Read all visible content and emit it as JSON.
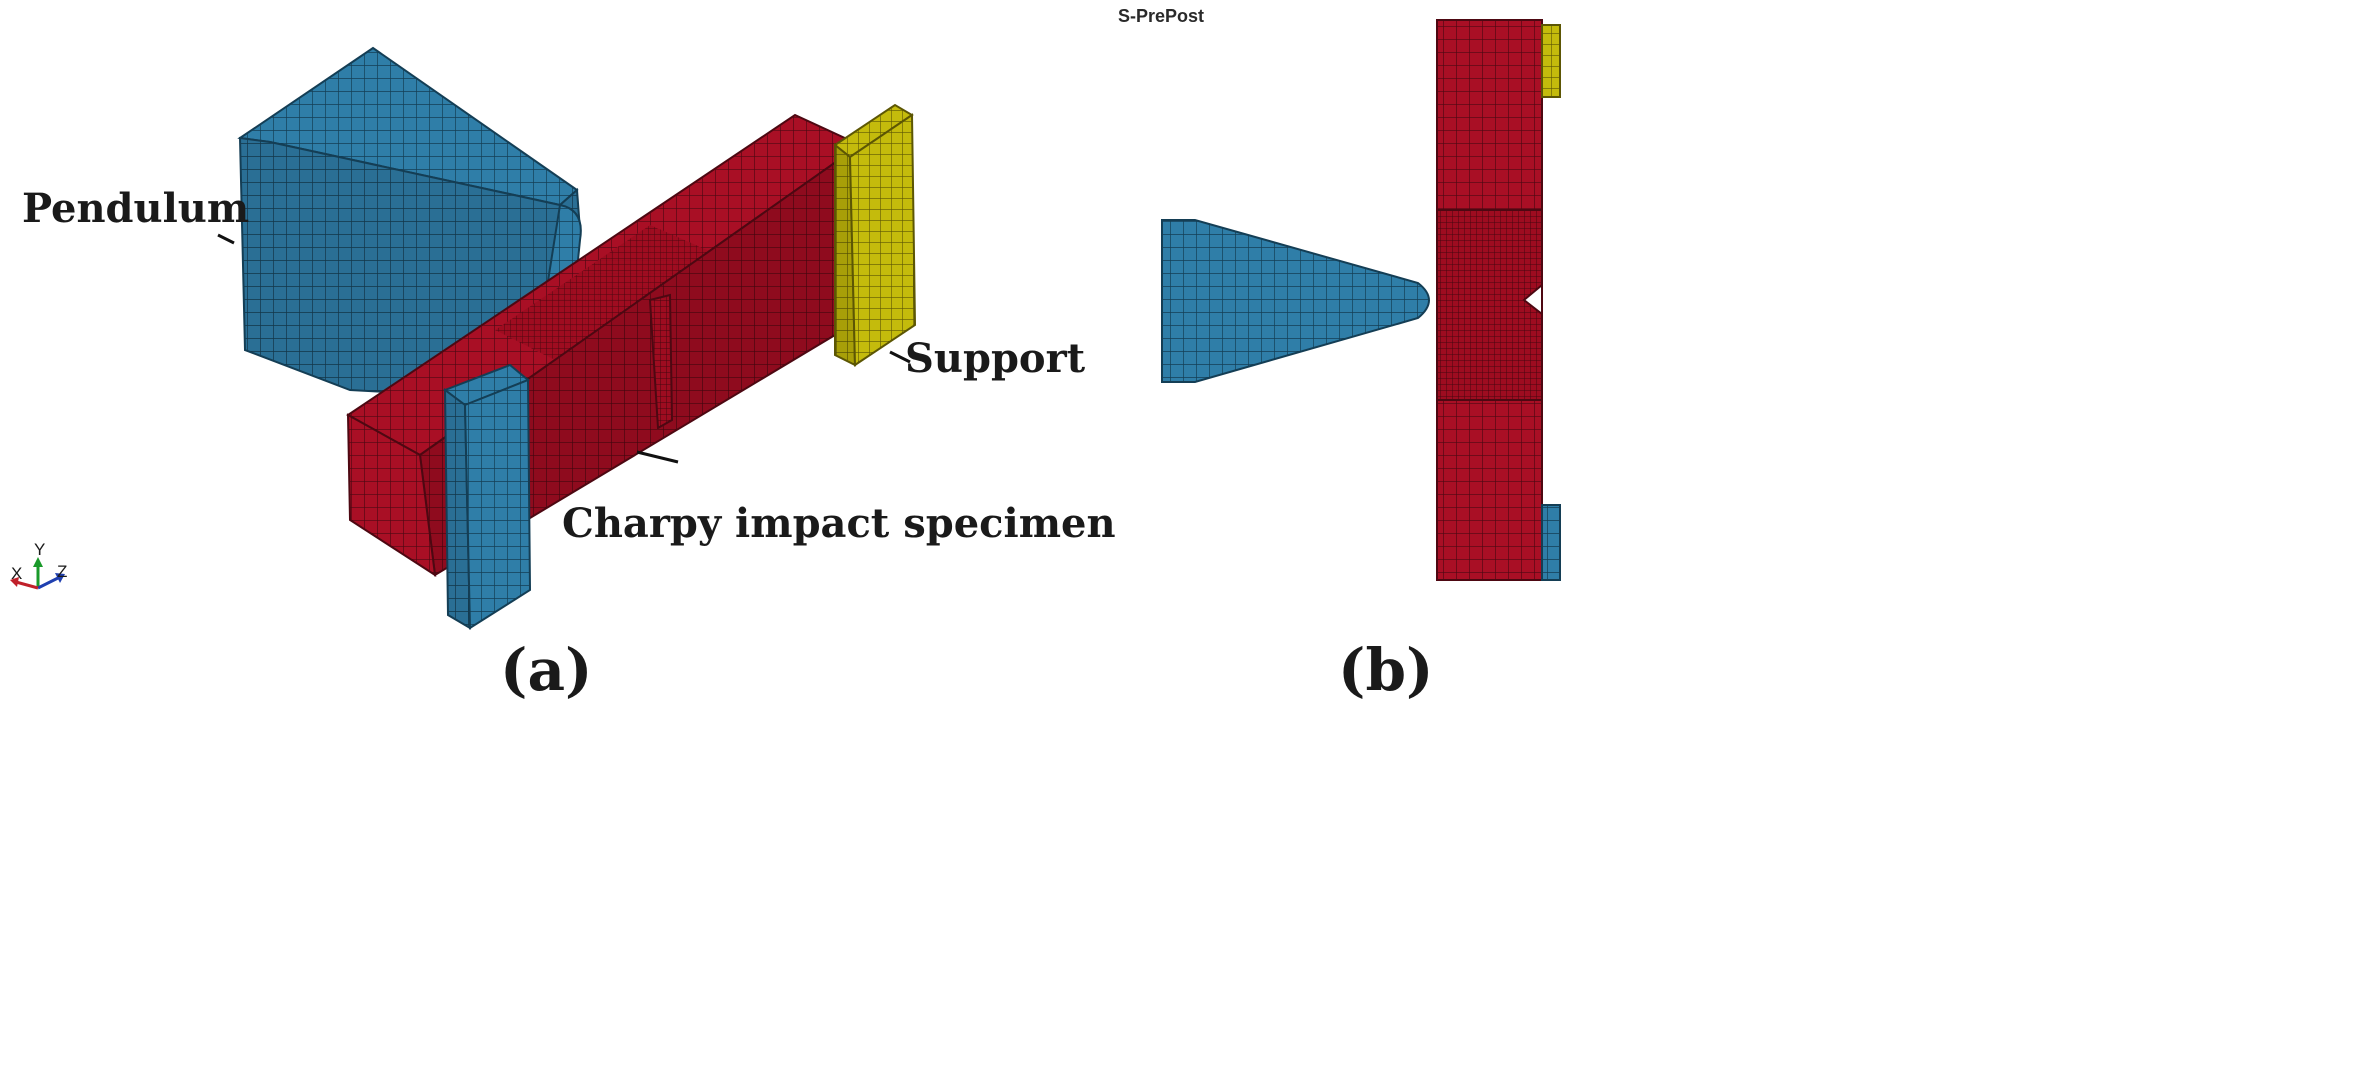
{
  "software": {
    "title": "S-PrePost"
  },
  "panels": {
    "a": {
      "caption": "(a)"
    },
    "b": {
      "caption": "(b)"
    }
  },
  "labels": {
    "pendulum": "Pendulum",
    "support": "Support",
    "specimen": "Charpy impact specimen"
  },
  "triad": {
    "x": "X",
    "y": "Y",
    "z": "Z"
  },
  "colors": {
    "pendulum": "#2f7ea8",
    "specimen": "#a90f25",
    "support": "#c4bb0c",
    "mesh": "#1a1a1a"
  }
}
